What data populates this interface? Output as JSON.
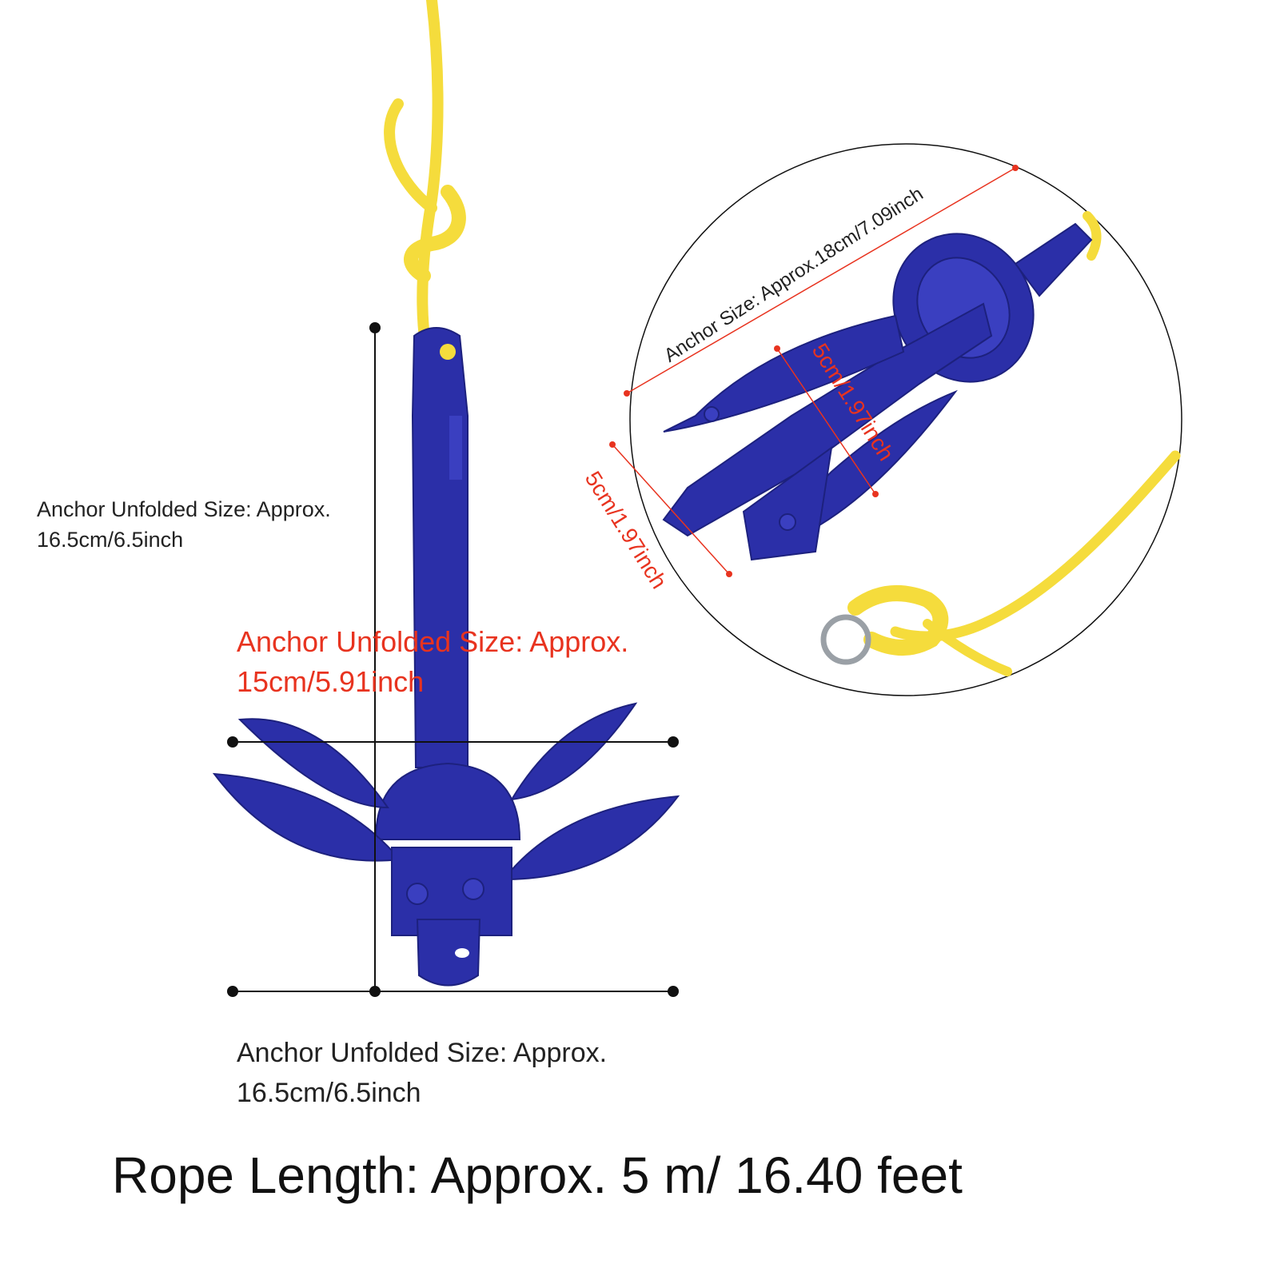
{
  "labels": {
    "left_line1": "Anchor Unfolded Size: Approx.",
    "left_line2": "16.5cm/6.5inch",
    "center_line1": "Anchor Unfolded Size: Approx.",
    "center_line2": "15cm/5.91inch",
    "bottom_line1": "Anchor Unfolded Size: Approx.",
    "bottom_line2": "16.5cm/6.5inch",
    "rope_length": "Rope Length: Approx. 5 m/ 16.40 feet",
    "anchor_size": "Anchor Size: Approx.18cm/7.09inch",
    "folded_a": "5cm/1.97inch",
    "folded_b": "5cm/1.97inch"
  },
  "colors": {
    "anchor_blue": "#2b2fa8",
    "rope_yellow": "#f7e14a",
    "dimension_red": "#e8331f",
    "dimension_black": "#111111"
  }
}
